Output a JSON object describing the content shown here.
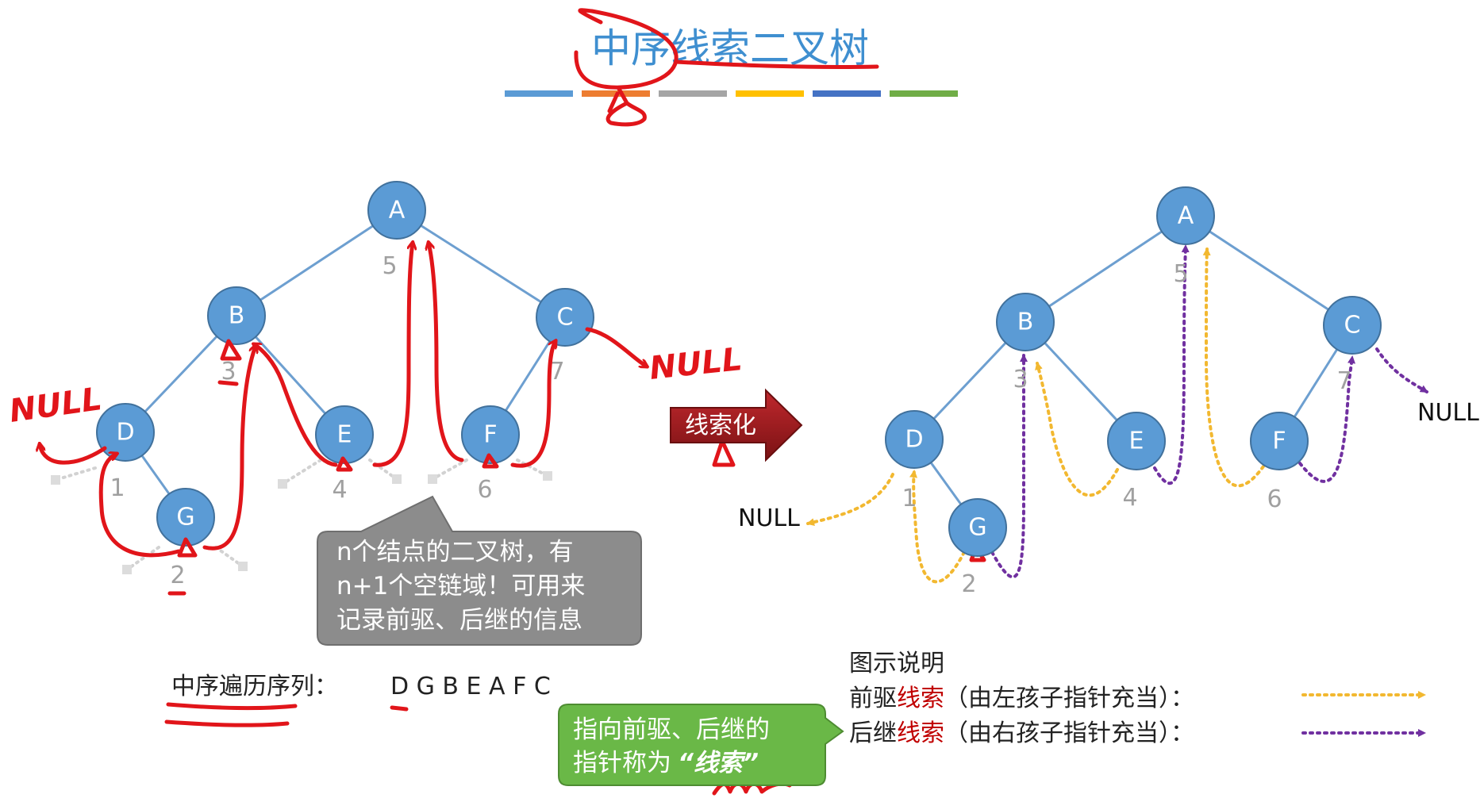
{
  "title": "中序线索二叉树",
  "accent_bar_colors": [
    "#5b9bd5",
    "#ed7d31",
    "#a5a5a5",
    "#ffc000",
    "#4472c4",
    "#70ad47"
  ],
  "colors": {
    "node_fill": "#5b9bd5",
    "edge": "#6d9fd0",
    "ink": "#e1151a",
    "predecessor_thread": "#f2b830",
    "successor_thread": "#7030a0",
    "callout_gray": "#8c8c8c",
    "callout_green": "#6ab847"
  },
  "left_tree": {
    "nodes": [
      {
        "id": "A",
        "label": "A"
      },
      {
        "id": "B",
        "label": "B"
      },
      {
        "id": "C",
        "label": "C"
      },
      {
        "id": "D",
        "label": "D"
      },
      {
        "id": "E",
        "label": "E"
      },
      {
        "id": "F",
        "label": "F"
      },
      {
        "id": "G",
        "label": "G"
      }
    ],
    "edges": [
      [
        "A",
        "B"
      ],
      [
        "A",
        "C"
      ],
      [
        "B",
        "D"
      ],
      [
        "B",
        "E"
      ],
      [
        "C",
        "F"
      ],
      [
        "D",
        "G"
      ]
    ],
    "order_numbers": [
      "1",
      "2",
      "3",
      "4",
      "5",
      "6",
      "7"
    ],
    "ink_null_left": "NULL",
    "ink_null_right": "NULL"
  },
  "transform_arrow_label": "线索化",
  "right_tree": {
    "nodes": [
      {
        "id": "A",
        "label": "A"
      },
      {
        "id": "B",
        "label": "B"
      },
      {
        "id": "C",
        "label": "C"
      },
      {
        "id": "D",
        "label": "D"
      },
      {
        "id": "E",
        "label": "E"
      },
      {
        "id": "F",
        "label": "F"
      },
      {
        "id": "G",
        "label": "G"
      }
    ],
    "edges": [
      [
        "A",
        "B"
      ],
      [
        "A",
        "C"
      ],
      [
        "B",
        "D"
      ],
      [
        "B",
        "E"
      ],
      [
        "C",
        "F"
      ],
      [
        "D",
        "G"
      ]
    ],
    "order_numbers": [
      "1",
      "2",
      "3",
      "4",
      "5",
      "6",
      "7"
    ],
    "null_left": "NULL",
    "null_right": "NULL"
  },
  "gray_callout": {
    "lines": [
      "n个结点的二叉树，有",
      "n+1个空链域！可用来",
      "记录前驱、后继的信息"
    ]
  },
  "traversal": {
    "label": "中序遍历序列：",
    "sequence": "D G B E A F C"
  },
  "green_callout": {
    "line1": "指向前驱、后继的",
    "line2_prefix": "指针称为",
    "line2_term": "“线索”"
  },
  "legend": {
    "title": "图示说明",
    "rows": [
      {
        "prefix": "前驱",
        "term": "线索",
        "desc": "（由左孩子指针充当）："
      },
      {
        "prefix": "后继",
        "term": "线索",
        "desc": "（由右孩子指针充当）："
      }
    ]
  }
}
